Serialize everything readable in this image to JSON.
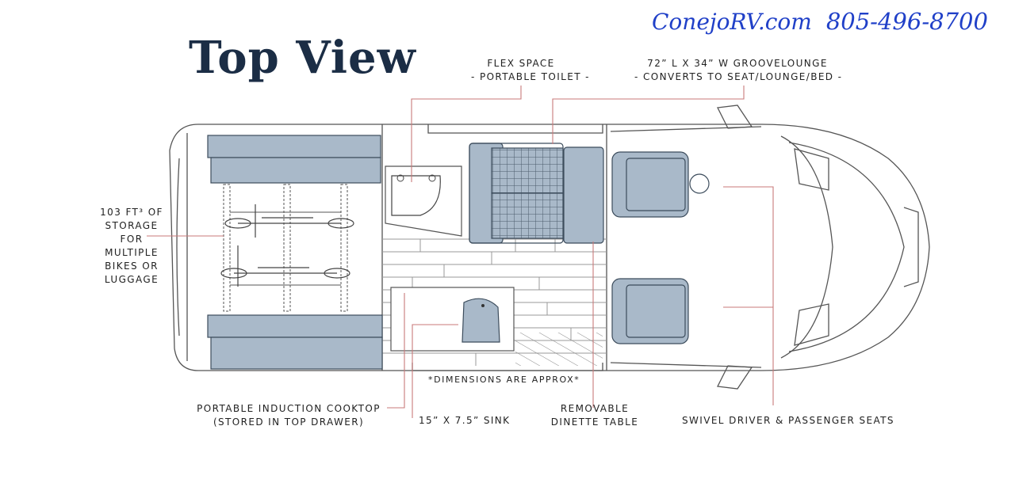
{
  "brand": {
    "site": "ConejoRV.com",
    "phone": "805-496-8700",
    "color": "#2040c8"
  },
  "title": "Top View",
  "labels": {
    "flex_line1": "FLEX SPACE",
    "flex_line2": "- PORTABLE TOILET -",
    "lounge_line1": "72” L X 34” W GROOVELOUNGE",
    "lounge_line2": "- CONVERTS TO SEAT/LOUNGE/BED -",
    "storage_line1": "103 FT³ OF",
    "storage_line2": "STORAGE",
    "storage_line3": "FOR",
    "storage_line4": "MULTIPLE",
    "storage_line5": "BIKES OR",
    "storage_line6": "LUGGAGE",
    "cooktop_line1": "PORTABLE INDUCTION COOKTOP",
    "cooktop_line2": "(STORED IN TOP DRAWER)",
    "sink": "15” X 7.5” SINK",
    "table_line1": "REMOVABLE",
    "table_line2": "DINETTE TABLE",
    "seats": "SWIVEL DRIVER & PASSENGER SEATS",
    "dimensions_note": "*DIMENSIONS ARE APPROX*"
  },
  "colors": {
    "title": "#1b2d45",
    "fixture_fill": "#a9b9c9",
    "leader_line": "#c87a7a",
    "outline": "#555555"
  }
}
